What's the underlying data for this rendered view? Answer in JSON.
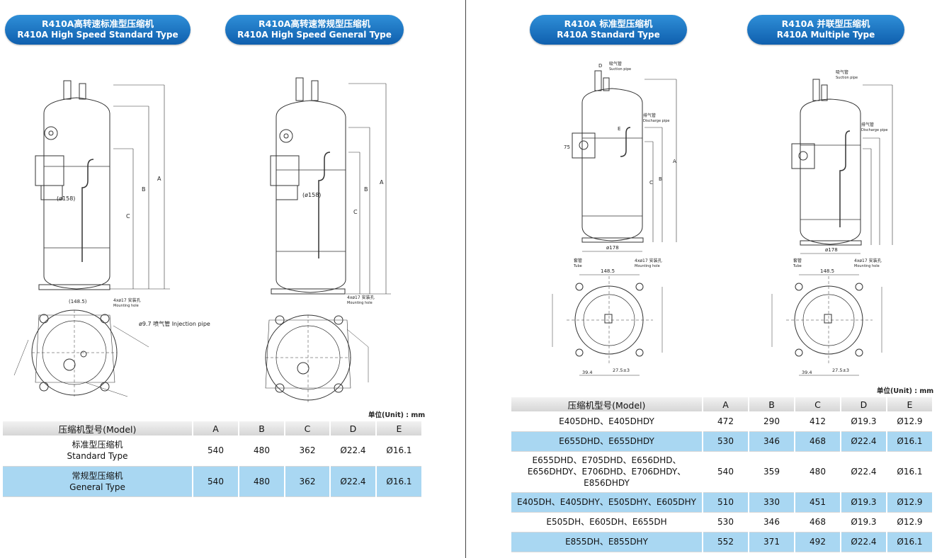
{
  "colors": {
    "pill": "#1a6fc0",
    "row_blue": "#a9d7f2",
    "header_gray": "#dedede"
  },
  "left": {
    "titles": [
      {
        "zh": "R410A高转速标准型压缩机",
        "en": "R410A High Speed Standard Type"
      },
      {
        "zh": "R410A高转速常规型压缩机",
        "en": "R410A High Speed General Type"
      }
    ],
    "drawing_labels": {
      "dia158": "(ø158)",
      "dim_a": "A",
      "dim_b": "B",
      "dim_c": "C",
      "hole_148": "(148.5)",
      "mount": "4xø17 安装孔",
      "mount_en": "Mounting hole",
      "injection": "ø9.7 喷气管 Injection pipe"
    },
    "unit": "单位(Unit) : mm",
    "table": {
      "headers": [
        "压缩机型号(Model)",
        "A",
        "B",
        "C",
        "D",
        "E"
      ],
      "rows": [
        {
          "model": [
            "标准型压缩机",
            "Standard Type"
          ],
          "a": "540",
          "b": "480",
          "c": "362",
          "d": "Ø22.4",
          "e": "Ø16.1"
        },
        {
          "model": [
            "常规型压缩机",
            "General Type"
          ],
          "a": "540",
          "b": "480",
          "c": "362",
          "d": "Ø22.4",
          "e": "Ø16.1"
        }
      ]
    }
  },
  "right": {
    "titles": [
      {
        "zh": "R410A 标准型压缩机",
        "en": "R410A Standard Type"
      },
      {
        "zh": "R410A 并联型压缩机",
        "en": "R410A Multiple Type"
      }
    ],
    "drawing_labels": {
      "suction_zh": "吸气管",
      "suction_en": "Suction pipe",
      "discharge_zh": "排气管",
      "discharge_en": "Discharge pipe",
      "dia178": "ø178",
      "tube_zh": "套管",
      "tube_en": "Tube",
      "hole_zh": "4xø17 安装孔",
      "hole_en": "Mounting hole",
      "d148": "148.5",
      "d39": "39.4",
      "d27": "27.5±3",
      "dim_d": "D",
      "dim_e": "E",
      "dim_a": "A",
      "dim_b": "B",
      "dim_c": "C",
      "dim_75": "75"
    },
    "unit": "单位(Unit) : mm",
    "table": {
      "headers": [
        "压缩机型号(Model)",
        "A",
        "B",
        "C",
        "D",
        "E"
      ],
      "rows": [
        {
          "model": [
            "E405DHD、E405DHDY"
          ],
          "a": "472",
          "b": "290",
          "c": "412",
          "d": "Ø19.3",
          "e": "Ø12.9"
        },
        {
          "model": [
            "E655DHD、E655DHDY"
          ],
          "a": "530",
          "b": "346",
          "c": "468",
          "d": "Ø22.4",
          "e": "Ø16.1"
        },
        {
          "model": [
            "E655DHD、E705DHD、E656DHD、",
            "E656DHDY、E706DHD、E706DHDY、",
            "E856DHDY"
          ],
          "a": "540",
          "b": "359",
          "c": "480",
          "d": "Ø22.4",
          "e": "Ø16.1"
        },
        {
          "model": [
            "E405DH、E405DHY、E505DHY、E605DHY"
          ],
          "a": "510",
          "b": "330",
          "c": "451",
          "d": "Ø19.3",
          "e": "Ø12.9"
        },
        {
          "model": [
            "E505DH、E605DH、E655DH"
          ],
          "a": "530",
          "b": "346",
          "c": "468",
          "d": "Ø19.3",
          "e": "Ø12.9"
        },
        {
          "model": [
            "E855DH、E855DHY"
          ],
          "a": "552",
          "b": "371",
          "c": "492",
          "d": "Ø22.4",
          "e": "Ø16.1"
        }
      ]
    }
  }
}
